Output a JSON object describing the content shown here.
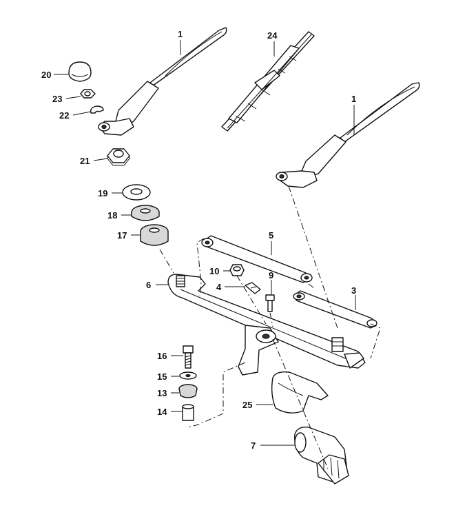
{
  "callouts": {
    "p1a": "1",
    "p1b": "1",
    "p3": "3",
    "p4": "4",
    "p5": "5",
    "p6": "6",
    "p7": "7",
    "p9": "9",
    "p10": "10",
    "p13": "13",
    "p14": "14",
    "p15": "15",
    "p16": "16",
    "p17": "17",
    "p18": "18",
    "p19": "19",
    "p20": "20",
    "p21": "21",
    "p22": "22",
    "p23": "23",
    "p24": "24",
    "p25": "25"
  }
}
